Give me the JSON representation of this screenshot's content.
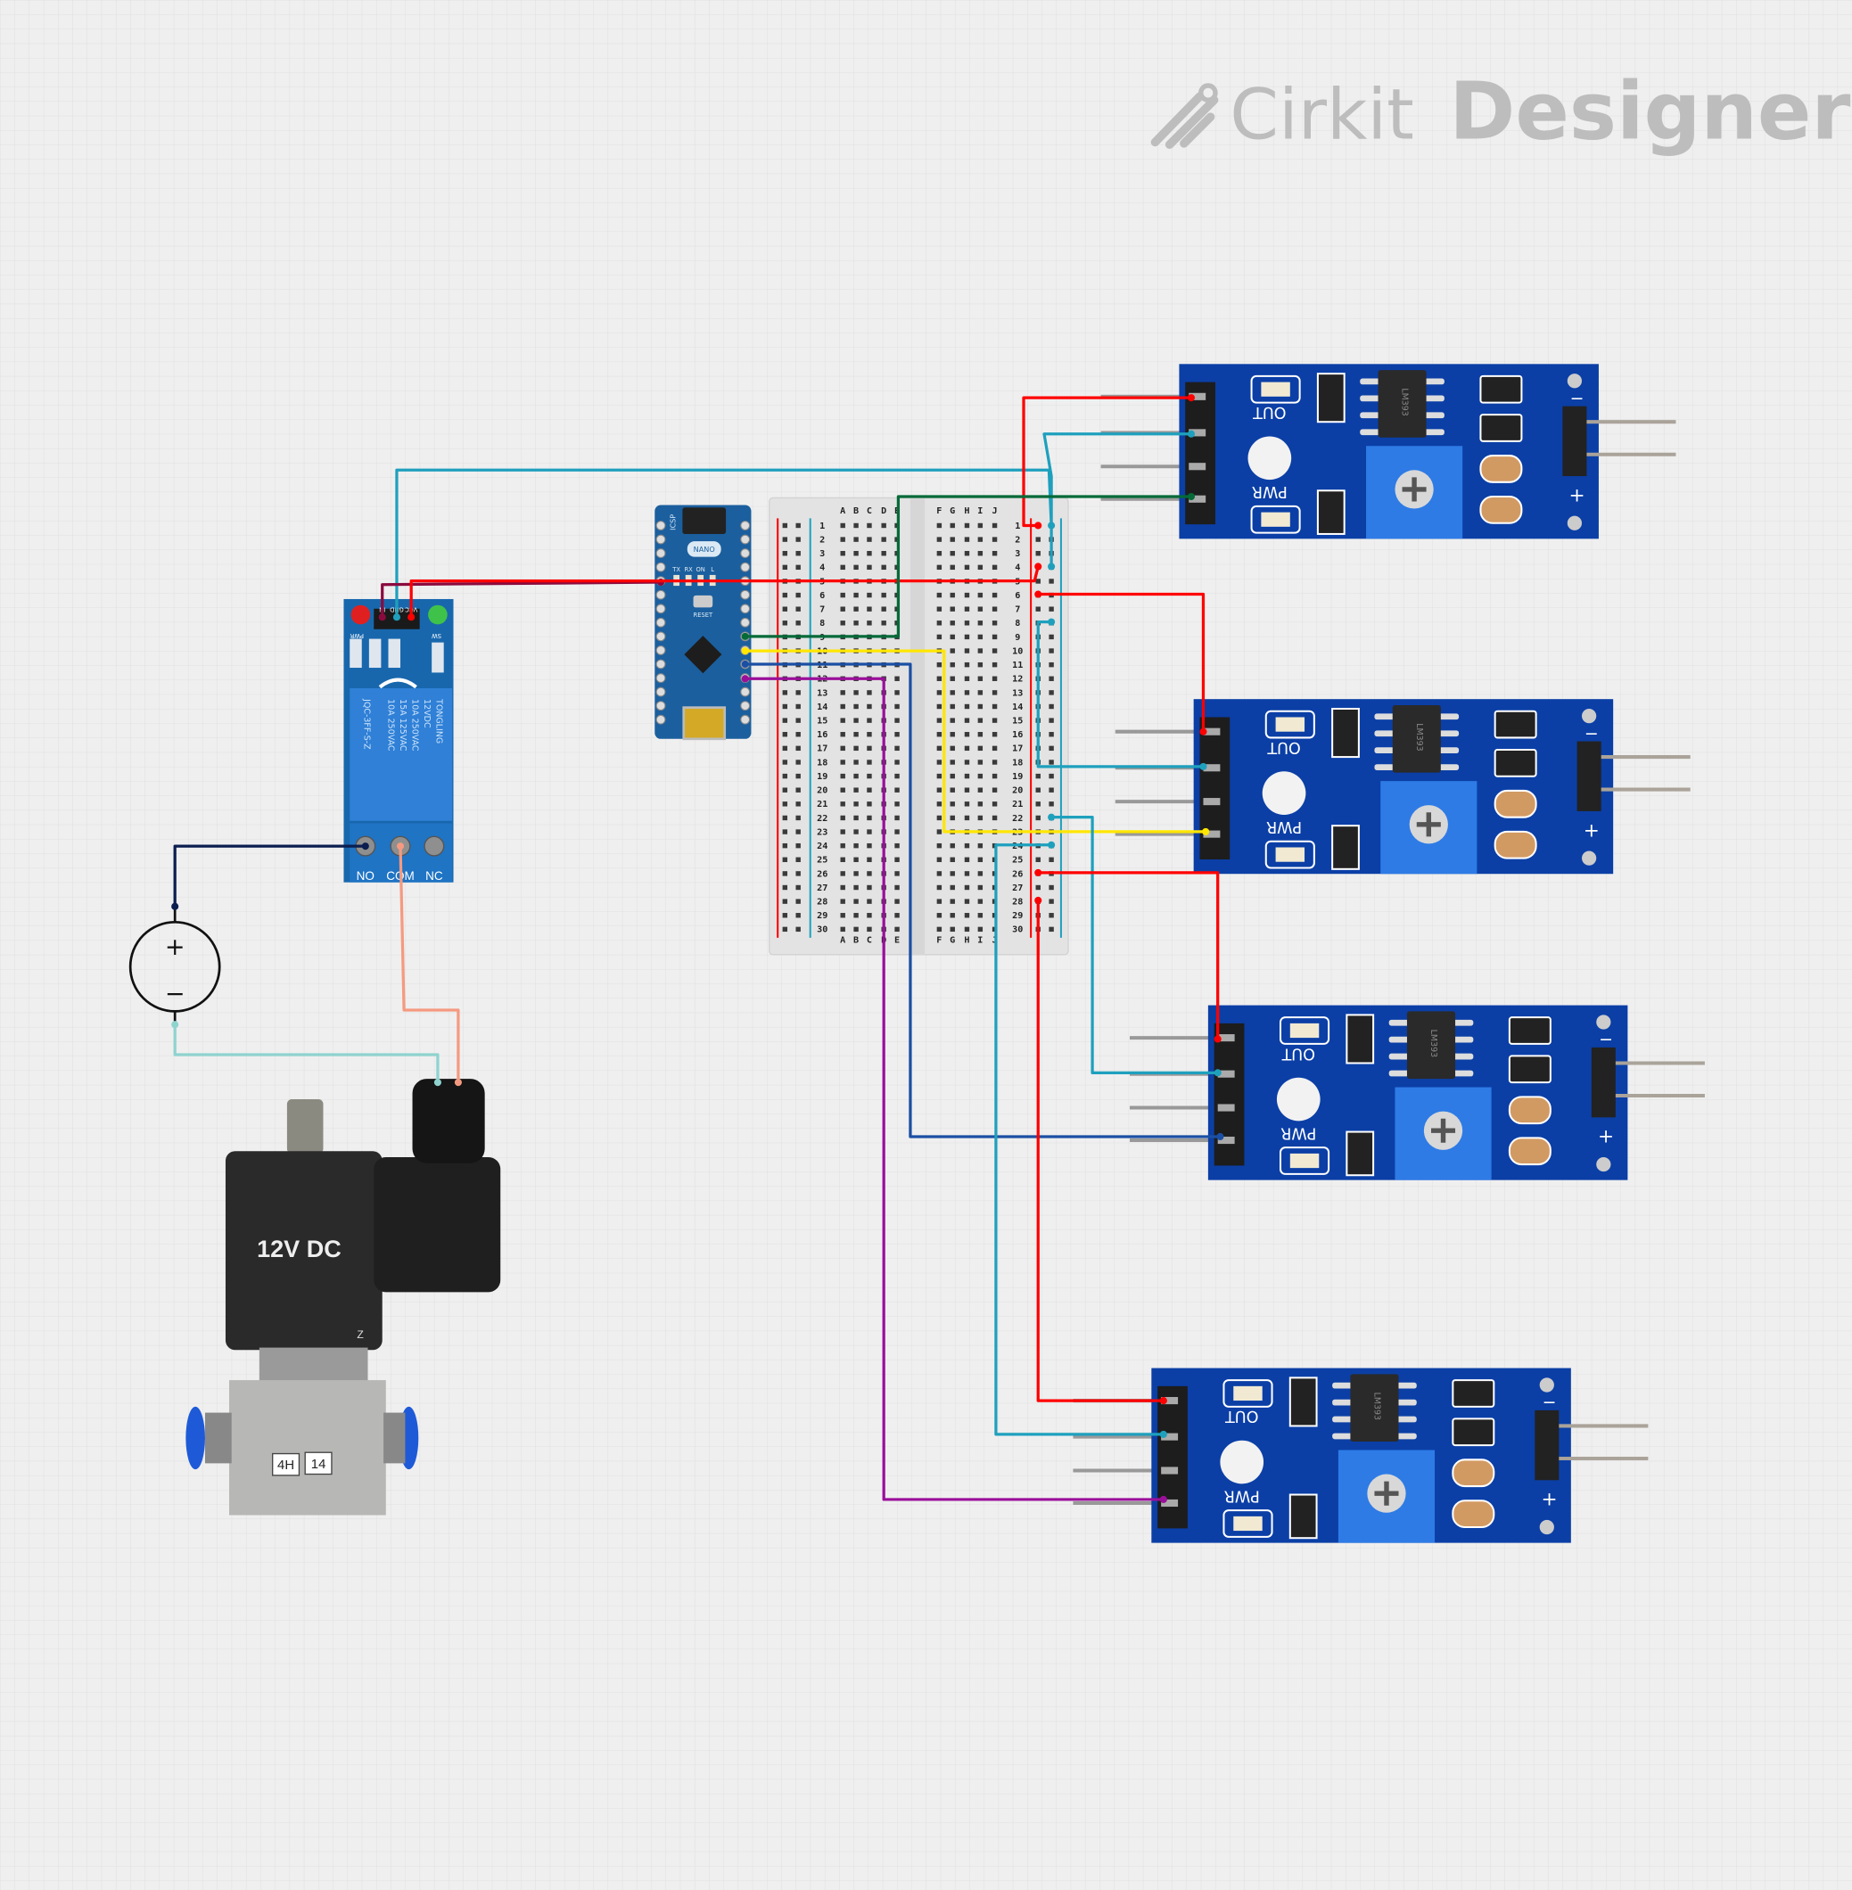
{
  "logo": {
    "brand": "Cirkit",
    "product": "Designer"
  },
  "arduino": {
    "board_label": "NANO",
    "icsp": "ICSP",
    "reset": "RESET",
    "leds": [
      "TX",
      "RX",
      "ON",
      "L"
    ]
  },
  "breadboard": {
    "columns_left": [
      "A",
      "B",
      "C",
      "D",
      "E"
    ],
    "columns_right": [
      "F",
      "G",
      "H",
      "I",
      "J"
    ],
    "row_count": 30
  },
  "relay": {
    "header_pins": [
      "VCC",
      "GND",
      "IN"
    ],
    "led_labels": [
      "PWR",
      "SW"
    ],
    "relay_text": [
      "TONGLING",
      "12VDC",
      "10A 250VAC",
      "15A 125VAC",
      "10A 250VAC",
      "JQC-3FF-S-Z"
    ],
    "terminals": [
      "NO",
      "COM",
      "NC"
    ]
  },
  "power_source": {
    "plus": "+",
    "minus": "−"
  },
  "solenoid": {
    "label": "12V DC",
    "tags": [
      "4H",
      "14"
    ],
    "mark": "Z"
  },
  "sensor_module": {
    "out_label": "OUT",
    "pwr_label": "PWR",
    "chip": "LM393",
    "minus": "−",
    "plus": "+",
    "count": 4
  },
  "wire_colors": {
    "red": "#ff0000",
    "teal": "#1ea0bd",
    "green": "#046a38",
    "yellow": "#ffe600",
    "blue": "#1b4fa3",
    "purple": "#9a0f9a",
    "maroon": "#8b0a3e",
    "navy": "#0b1e4f",
    "salmon": "#f59a80",
    "light_teal": "#8fd3cf"
  }
}
